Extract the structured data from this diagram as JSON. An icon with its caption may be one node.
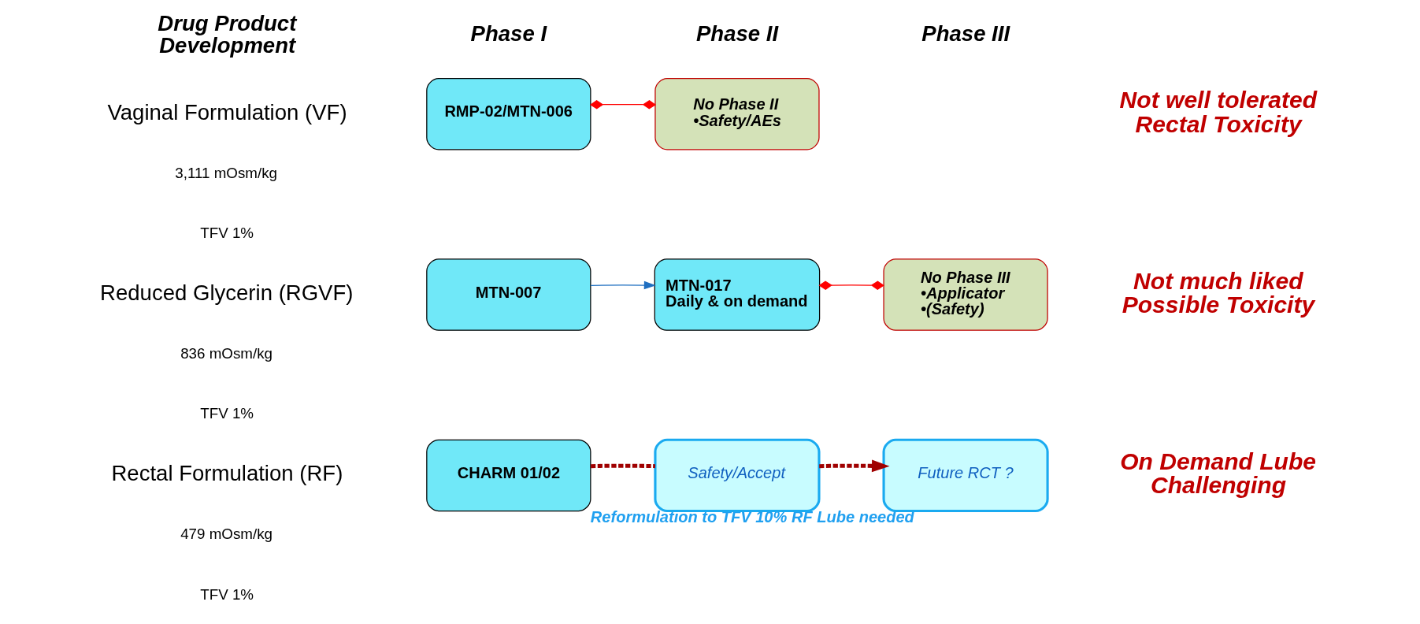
{
  "diagram": {
    "nodes": [
      {
        "text": [
          "RMP-02/MTN-006"
        ]
      },
      {
        "text": [
          "No Phase II",
          "•Safety/AEs"
        ]
      },
      {
        "text": [
          "MTN-007"
        ]
      },
      {
        "text": [
          "MTN-017",
          "Daily & on demand"
        ]
      },
      {
        "text": [
          "No Phase III",
          "•Applicator",
          "•(Safety)"
        ]
      },
      {
        "text": [
          "CHARM 01/02"
        ],
        "beside": [
          "Reformulation to TFV 10% RF Lube needed"
        ]
      },
      {
        "text": [
          "Safety/Accept"
        ]
      },
      {
        "text": [
          "Future RCT ?"
        ]
      }
    ],
    "edges": [
      {
        "from": 0,
        "to": 1,
        "arrow": "other",
        "color": "#ff0000"
      },
      {
        "from": 2,
        "to": 3,
        "arrow": "to",
        "color": "#1f6fc0"
      },
      {
        "from": 3,
        "to": 4,
        "arrow": "other",
        "color": "#ff0000"
      },
      {
        "from": 5,
        "to": 6,
        "arrow": "none",
        "style": "dashed",
        "color": "#a00000"
      },
      {
        "from": 6,
        "to": 7,
        "arrow": "to",
        "style": "dashed",
        "color": "#a00000"
      }
    ],
    "labels": [
      "Drug Product Development",
      "Phase I",
      "Phase II",
      "Phase III",
      "Vaginal Formulation (VF)",
      "3,111 mOsm/kg",
      "TFV 1%",
      "Not well tolerated Rectal Toxicity",
      "Reduced Glycerin (RGVF)",
      "836 mOsm/kg",
      "TFV 1%",
      "Not much liked Possible Toxicity",
      "Rectal Formulation (RF)",
      "479 mOsm/kg",
      "TFV 1%",
      "On Demand Lube Challenging"
    ]
  }
}
